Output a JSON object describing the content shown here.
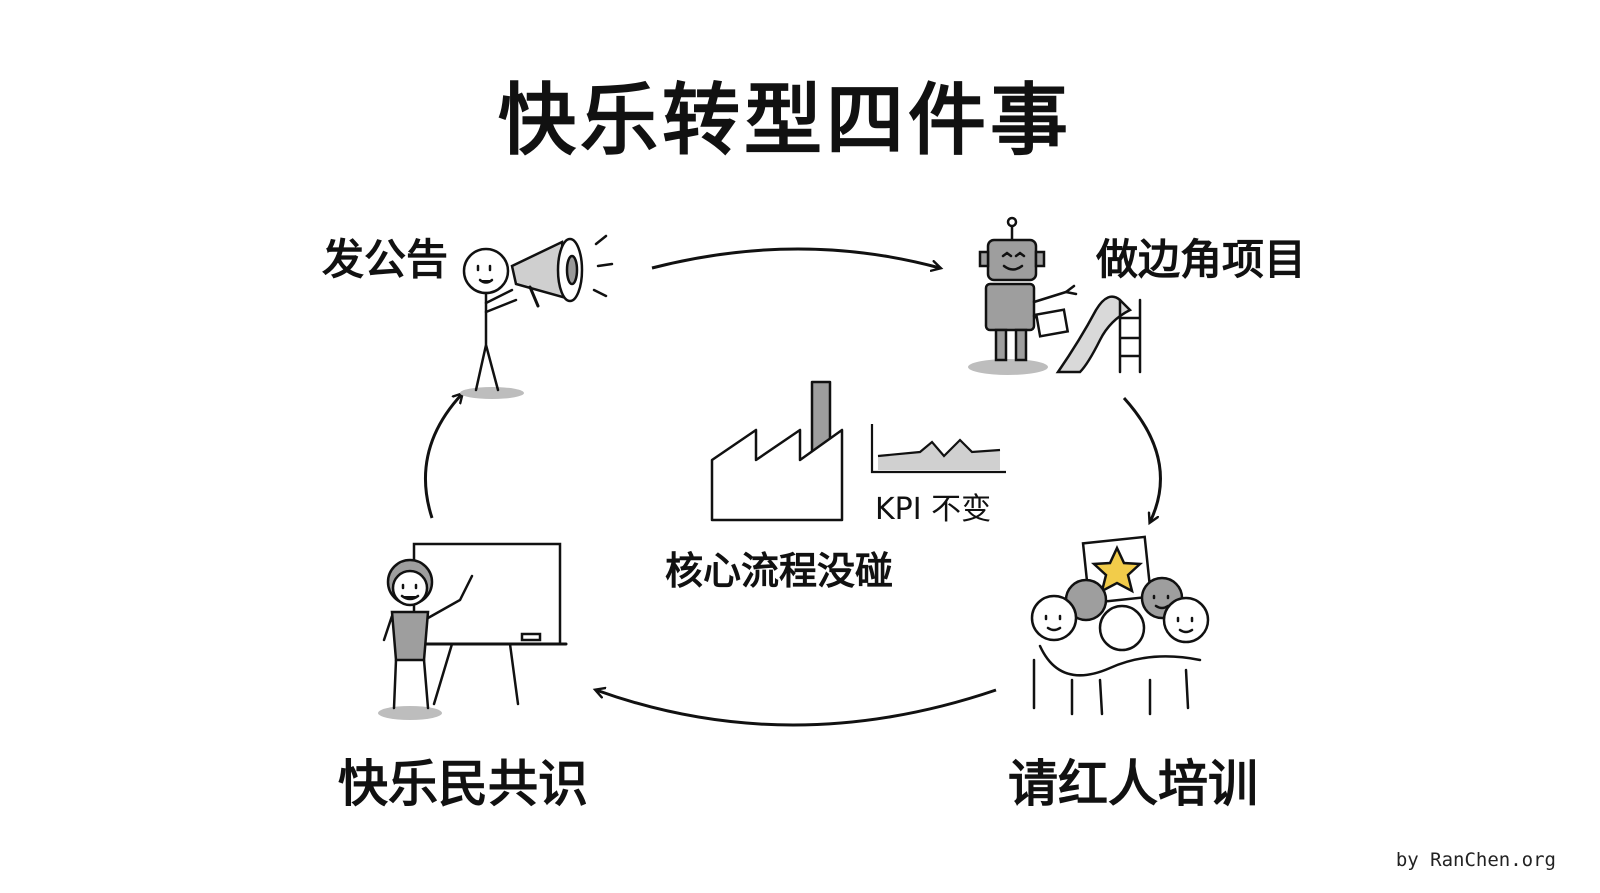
{
  "title": "快乐转型四件事",
  "steps": {
    "announce": "发公告",
    "side_project": "做边角项目",
    "celebrity_training": "请红人培训",
    "happy_consensus": "快乐民共识"
  },
  "center": {
    "core_label": "核心流程没碰",
    "kpi_label": "KPI 不变"
  },
  "credit": "by RanChen.org",
  "colors": {
    "ink": "#111111",
    "gray": "#9a9a9a",
    "star": "#f2cc4a"
  },
  "icons": [
    "megaphone-person-icon",
    "robot-slide-icon",
    "group-hug-star-icon",
    "teacher-whiteboard-icon",
    "factory-icon",
    "flat-line-chart-icon"
  ]
}
